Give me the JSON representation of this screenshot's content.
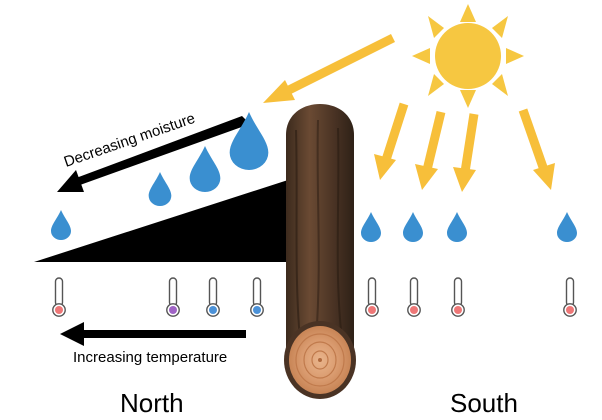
{
  "labels": {
    "decreasing_moisture": "Decreasing moisture",
    "increasing_temperature": "Increasing temperature",
    "north": "North",
    "south": "South"
  },
  "colors": {
    "sun": "#F6C741",
    "sun_ray": "#F6C741",
    "arrow_ray": "#F7BF3A",
    "water_drop": "#3A8FD0",
    "log_bark": "#5A3E2B",
    "log_inner": "#E3A87A",
    "shadow": "#000000",
    "thermo_warm": "#EE7777",
    "thermo_mid": "#A064C6",
    "thermo_cool": "#4C92D8"
  },
  "icons": [
    "sun-icon",
    "water-drop-icon",
    "thermometer-icon",
    "log-icon",
    "arrow-icon"
  ]
}
